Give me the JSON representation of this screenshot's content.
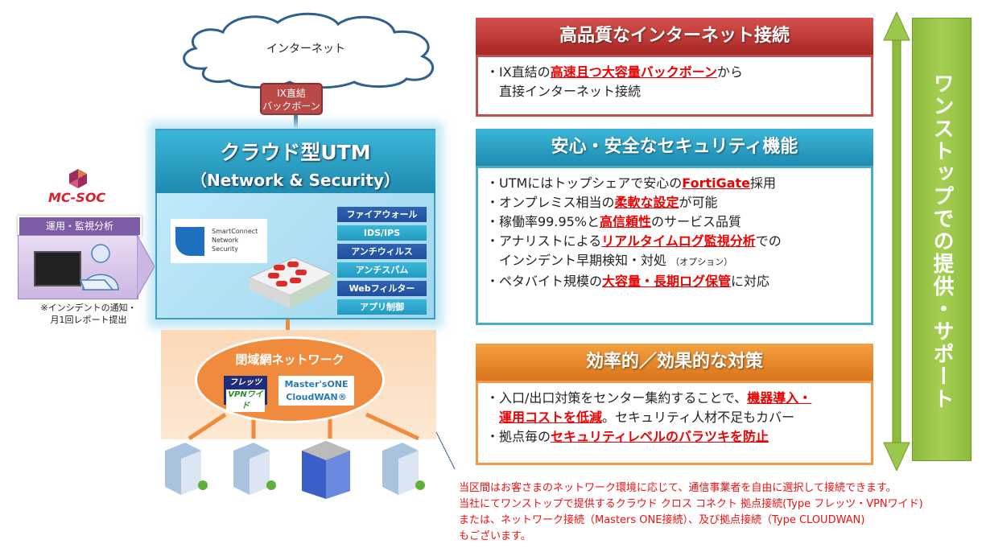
{
  "internet": {
    "label": "インターネット",
    "ix_badge": [
      "IX直結",
      "バックボーン"
    ]
  },
  "utm": {
    "title": "クラウド型UTM",
    "subtitle": "（Network & Security）",
    "logo_lines": [
      "SmartConnect",
      "Network",
      "Security"
    ],
    "features": [
      "ファイアウォール",
      "IDS/IPS",
      "アンチウィルス",
      "アンチスパム",
      "Webフィルター",
      "アプリ制御"
    ]
  },
  "mcsoc": {
    "brand": "MC-SOC",
    "ops_label": "運用・監視分析",
    "note": [
      "※インシデントの通知・",
      "月1回レポート提出"
    ]
  },
  "network": {
    "title": "閉域網ネットワーク",
    "flets": [
      "フレッツ",
      "VPNワイド"
    ],
    "mastersone": [
      "Master'sONE",
      "CloudWAN®"
    ]
  },
  "panels": [
    {
      "title": "高品質なインターネット接続",
      "color": "#c0504d",
      "lines": [
        {
          "segments": [
            {
              "t": "・IX直結の"
            },
            {
              "t": "高速且つ大容量バックボーン",
              "hl": true
            },
            {
              "t": "から"
            }
          ]
        },
        {
          "segments": [
            {
              "t": "　直接インターネット接続"
            }
          ]
        }
      ]
    },
    {
      "title": "安心・安全なセキュリティ機能",
      "color": "#4bacc6",
      "lines": [
        {
          "segments": [
            {
              "t": "・UTMにはトップシェアで安心の"
            },
            {
              "t": "FortiGate",
              "hl": true
            },
            {
              "t": "採用"
            }
          ]
        },
        {
          "segments": [
            {
              "t": "・オンプレミス相当の"
            },
            {
              "t": "柔軟な設定",
              "hl": true
            },
            {
              "t": "が可能"
            }
          ]
        },
        {
          "segments": [
            {
              "t": "・稼働率99.95%と"
            },
            {
              "t": "高信頼性",
              "hl": true
            },
            {
              "t": "のサービス品質"
            }
          ]
        },
        {
          "segments": [
            {
              "t": "・アナリストによる"
            },
            {
              "t": "リアルタイムログ監視分析",
              "hl": true
            },
            {
              "t": "での"
            }
          ]
        },
        {
          "segments": [
            {
              "t": "　インシデント早期検知・対処 "
            },
            {
              "t": "（オプション）",
              "small": true
            }
          ]
        },
        {
          "segments": [
            {
              "t": "・ペタバイト規模の"
            },
            {
              "t": "大容量・長期ログ保管",
              "hl": true
            },
            {
              "t": "に対応"
            }
          ]
        }
      ]
    },
    {
      "title": "効率的／効果的な対策",
      "color": "#f79646",
      "lines": [
        {
          "segments": [
            {
              "t": "・入口/出口対策をセンター集約することで、"
            },
            {
              "t": "機器導入・",
              "hl": true
            }
          ]
        },
        {
          "segments": [
            {
              "t": "　"
            },
            {
              "t": "運用コストを低減",
              "hl": true
            },
            {
              "t": "。セキュリティ人材不足もカバー"
            }
          ]
        },
        {
          "segments": [
            {
              "t": "・拠点毎の"
            },
            {
              "t": "セキュリティレベルのバラツキを防止",
              "hl": true
            }
          ]
        }
      ]
    }
  ],
  "side_banner": "ワンストップでの提供・サポート",
  "footnote": [
    "当区間はお客さまのネットワーク環境に応じて、通信事業者を自由に選択して接続できます。",
    "当社にてワンストップで提供するクラウド クロス コネクト 拠点接続(Type フレッツ・VPNワイド)",
    "または、ネットワーク接続（Masters ONE接続）、及び拠点接続（Type CLOUDWAN)",
    "もございます。"
  ],
  "colors": {
    "highlight": "#e00000",
    "red_panel": "#c0504d",
    "blue_panel": "#4bacc6",
    "orange_panel": "#f79646",
    "green": "#9bc74a"
  }
}
